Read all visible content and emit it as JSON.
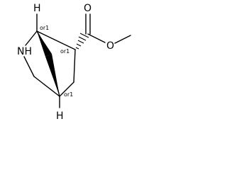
{
  "molecule": {
    "atoms": {
      "nh": "NH",
      "h_top": "H",
      "h_bottom": "H",
      "o_carbonyl": "O",
      "o_ester": "O"
    },
    "stereo_labels": {
      "c1": "or1",
      "c6": "or1",
      "c4": "or1"
    }
  }
}
